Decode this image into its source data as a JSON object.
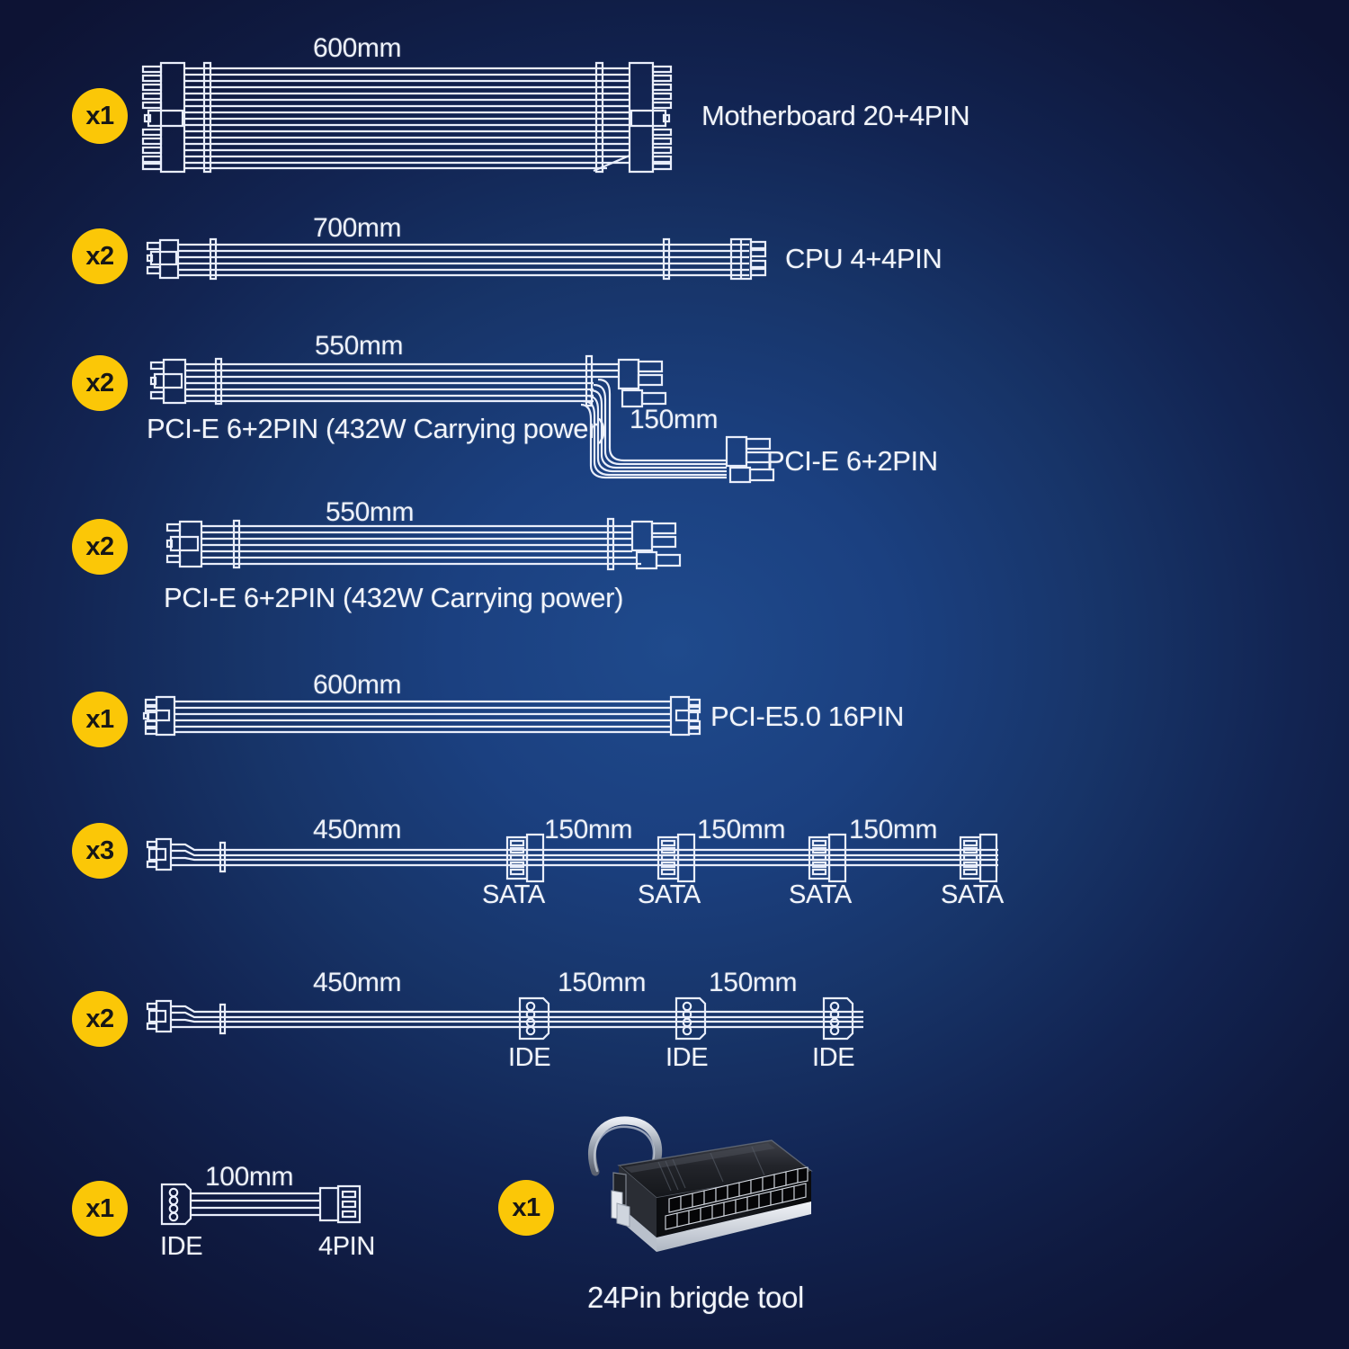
{
  "theme": {
    "bg_outer": "#0d1334",
    "bg_inner": "#1f4a8c",
    "badge": "#FBC707",
    "line": "#e9eefb",
    "text": "#f2f5fb"
  },
  "rows": [
    {
      "id": "motherboard",
      "qty": "x1",
      "length": "600mm",
      "label": "Motherboard 20+4PIN"
    },
    {
      "id": "cpu",
      "qty": "x2",
      "length": "700mm",
      "label": "CPU 4+4PIN"
    },
    {
      "id": "pcie-split",
      "qty": "x2",
      "length": "550mm",
      "label": "PCI-E 6+2PIN (432W Carrying power)",
      "branch_length": "150mm",
      "branch_label": "PCI-E 6+2PIN"
    },
    {
      "id": "pcie-single",
      "qty": "x2",
      "length": "550mm",
      "label": "PCI-E 6+2PIN (432W Carrying power)"
    },
    {
      "id": "pcie5",
      "qty": "x1",
      "length": "600mm",
      "label": "PCI-E5.0 16PIN"
    },
    {
      "id": "sata",
      "qty": "x3",
      "lengths": [
        "450mm",
        "150mm",
        "150mm",
        "150mm"
      ],
      "connector_labels": [
        "SATA",
        "SATA",
        "SATA",
        "SATA"
      ]
    },
    {
      "id": "ide",
      "qty": "x2",
      "lengths": [
        "450mm",
        "150mm",
        "150mm"
      ],
      "connector_labels": [
        "IDE",
        "IDE",
        "IDE"
      ]
    },
    {
      "id": "ide-4pin",
      "qty": "x1",
      "length": "100mm",
      "left_label": "IDE",
      "right_label": "4PIN"
    },
    {
      "id": "bridge-tool",
      "qty": "x1",
      "label": "24Pin brigde tool"
    }
  ]
}
